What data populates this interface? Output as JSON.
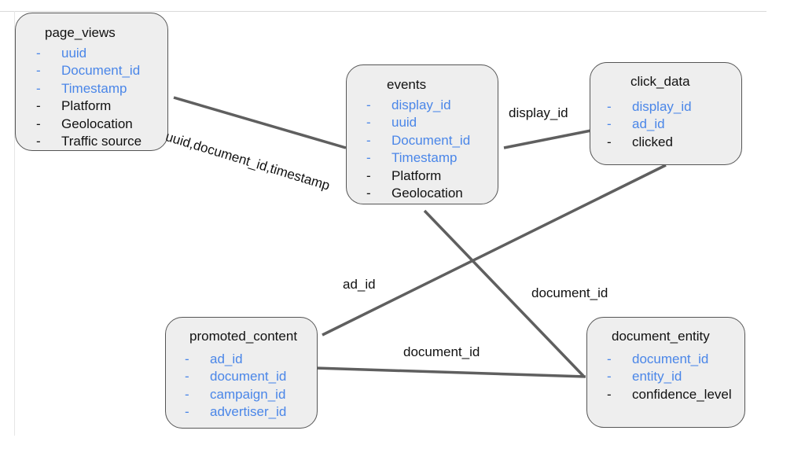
{
  "theme": {
    "key_color": "#4a86e8",
    "text_color": "#111111",
    "box_fill": "#eeeeee",
    "line_color": "#5f5f5f"
  },
  "entities": {
    "page_views": {
      "title": "page_views",
      "fields": [
        {
          "name": "uuid",
          "key": true
        },
        {
          "name": "Document_id",
          "key": true
        },
        {
          "name": "Timestamp",
          "key": true
        },
        {
          "name": "Platform",
          "key": false
        },
        {
          "name": "Geolocation",
          "key": false
        },
        {
          "name": "Traffic source",
          "key": false
        }
      ]
    },
    "events": {
      "title": "events",
      "fields": [
        {
          "name": "display_id",
          "key": true
        },
        {
          "name": "uuid",
          "key": true
        },
        {
          "name": "Document_id",
          "key": true
        },
        {
          "name": "Timestamp",
          "key": true
        },
        {
          "name": "Platform",
          "key": false
        },
        {
          "name": "Geolocation",
          "key": false
        }
      ]
    },
    "click_data": {
      "title": "click_data",
      "fields": [
        {
          "name": "display_id",
          "key": true
        },
        {
          "name": "ad_id",
          "key": true
        },
        {
          "name": "clicked",
          "key": false
        }
      ]
    },
    "promoted_content": {
      "title": "promoted_content",
      "fields": [
        {
          "name": "ad_id",
          "key": true
        },
        {
          "name": "document_id",
          "key": true
        },
        {
          "name": "campaign_id",
          "key": true
        },
        {
          "name": "advertiser_id",
          "key": true
        }
      ]
    },
    "document_entity": {
      "title": "document_entity",
      "fields": [
        {
          "name": "document_id",
          "key": true
        },
        {
          "name": "entity_id",
          "key": true
        },
        {
          "name": "confidence_level",
          "key": false
        }
      ]
    }
  },
  "relationships": [
    {
      "from": "page_views",
      "to": "events",
      "label": "uuid,document_id,timestamp"
    },
    {
      "from": "events",
      "to": "click_data",
      "label": "display_id"
    },
    {
      "from": "click_data",
      "to": "promoted_content",
      "label": "ad_id"
    },
    {
      "from": "events",
      "to": "document_entity",
      "label": "document_id"
    },
    {
      "from": "promoted_content",
      "to": "document_entity",
      "label": "document_id"
    }
  ],
  "dash": "-"
}
